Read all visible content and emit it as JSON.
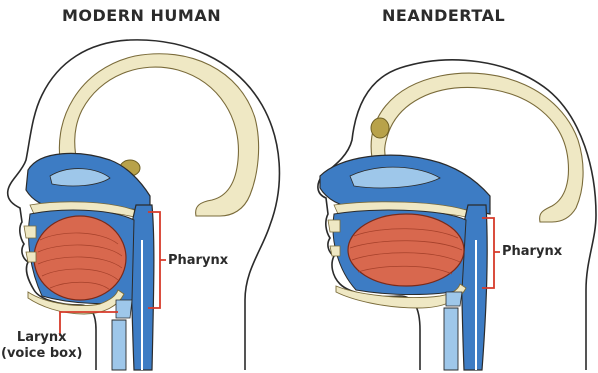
{
  "titles": {
    "left": "MODERN HUMAN",
    "right": "NEANDERTAL"
  },
  "labels": {
    "pharynx_left": "Pharynx",
    "pharynx_right": "Pharynx",
    "larynx_line1": "Larynx",
    "larynx_line2": "(voice box)"
  },
  "colors": {
    "airway_blue": "#3d7cc4",
    "airway_light": "#9ec7ea",
    "tongue_red": "#d8684e",
    "bone_cream": "#efe8c4",
    "sinus_olive": "#b8a24a",
    "bracket_red": "#d63a2a",
    "outline": "#2b2b2b"
  }
}
